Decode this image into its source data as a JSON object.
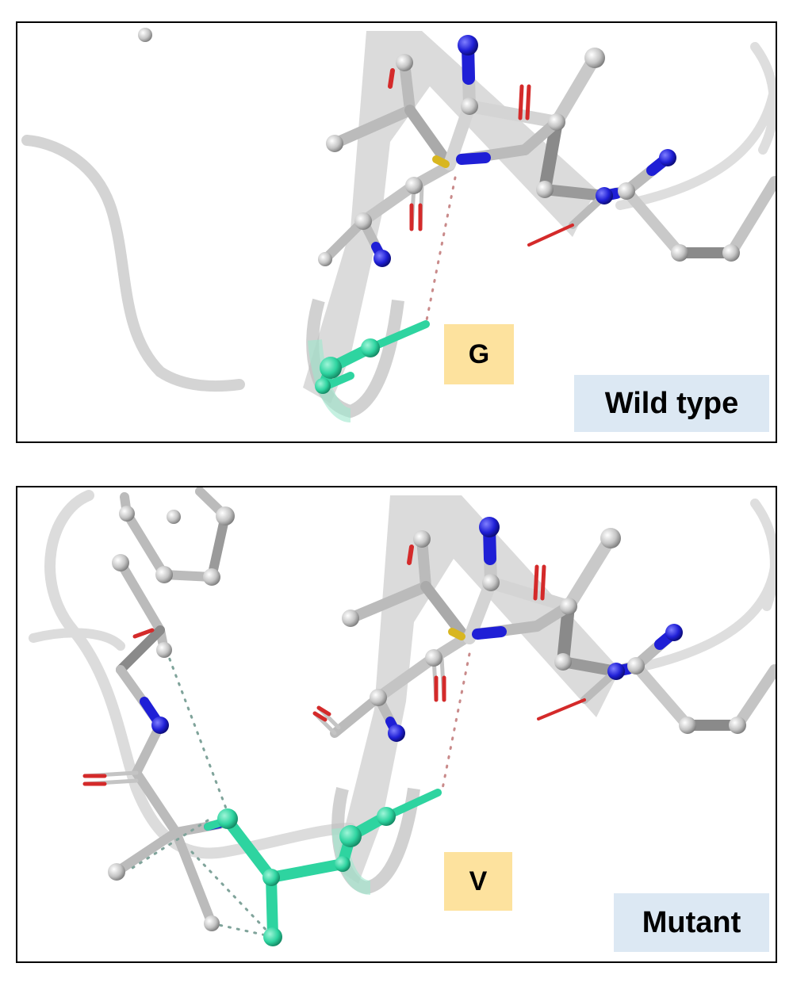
{
  "panels": [
    {
      "id": "wild-type",
      "residue_label": "G",
      "state_label": "Wild type"
    },
    {
      "id": "mutant",
      "residue_label": "V",
      "state_label": "Mutant"
    }
  ],
  "colors": {
    "carbon": "#c8c8c8",
    "carbon_dark": "#7a7a7a",
    "nitrogen": "#1f1fd6",
    "oxygen": "#d42a2a",
    "sulfur": "#d8b620",
    "highlight_residue": "#2ed4a0",
    "ribbon": "#d9d9d9",
    "hbond": "#c98a8a",
    "contact": "#7fa39a",
    "residue_label_bg": "#fde29e",
    "state_label_bg": "#dce8f3"
  }
}
